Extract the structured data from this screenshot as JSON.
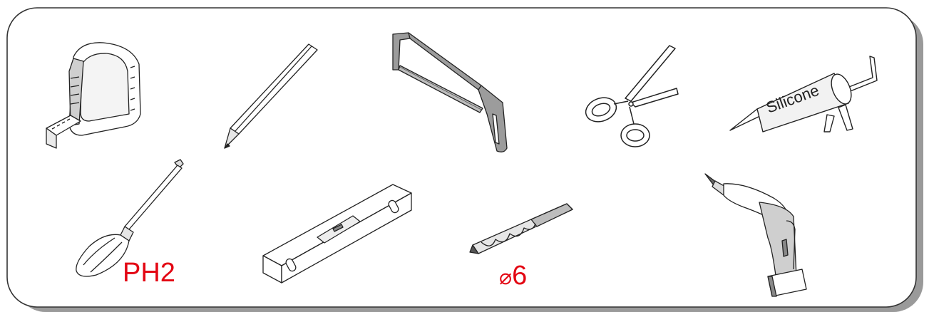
{
  "panel": {
    "border_color": "#333333",
    "shadow_color": "#9a9a9a",
    "background": "#ffffff"
  },
  "tools": [
    {
      "name": "tape-measure-icon"
    },
    {
      "name": "pencil-icon"
    },
    {
      "name": "hacksaw-icon"
    },
    {
      "name": "scissors-icon"
    },
    {
      "name": "caulking-gun-icon",
      "label": "Silicone"
    },
    {
      "name": "screwdriver-icon"
    },
    {
      "name": "spirit-level-icon"
    },
    {
      "name": "drill-bit-icon"
    },
    {
      "name": "cordless-drill-icon"
    }
  ],
  "callouts": {
    "screwdriver_size": "PH2",
    "drill_bit_prefix": "⌀",
    "drill_bit_size": "6",
    "color": "#e30613"
  }
}
